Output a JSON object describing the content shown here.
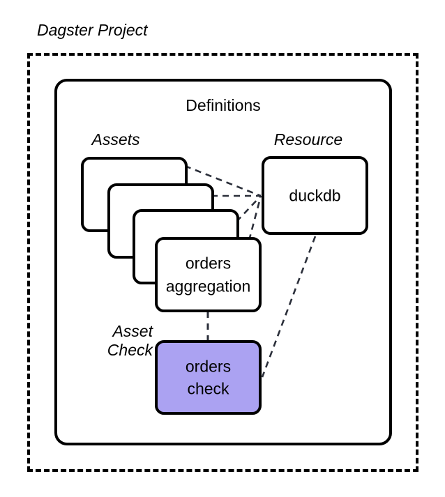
{
  "diagram": {
    "project_title": "Dagster Project",
    "frames": {
      "outer_label": "Dagster Project",
      "inner_label": "Definitions"
    },
    "group_labels": {
      "assets": "Assets",
      "resource": "Resource",
      "asset_check_line1": "Asset",
      "asset_check_line2": "Check"
    },
    "nodes": {
      "asset_front_line1": "orders",
      "asset_front_line2": "aggregation",
      "resource_duckdb": "duckdb",
      "check_line1": "orders",
      "check_line2": "check"
    },
    "colors": {
      "stroke": "#000000",
      "background": "#ffffff",
      "asset_check_fill": "#ABA2F2",
      "connector": "#2B2F3A"
    },
    "asset_stack_count": 4,
    "connectors": [
      {
        "from": "asset-card-1",
        "to": "duckdb",
        "style": "dashed"
      },
      {
        "from": "asset-card-2",
        "to": "duckdb",
        "style": "dashed"
      },
      {
        "from": "asset-card-3",
        "to": "duckdb",
        "style": "dashed"
      },
      {
        "from": "asset-card-4",
        "to": "duckdb",
        "style": "dashed"
      },
      {
        "from": "orders-aggregation",
        "to": "orders-check",
        "style": "dashed"
      },
      {
        "from": "duckdb",
        "to": "orders-check",
        "style": "dashed"
      }
    ]
  }
}
